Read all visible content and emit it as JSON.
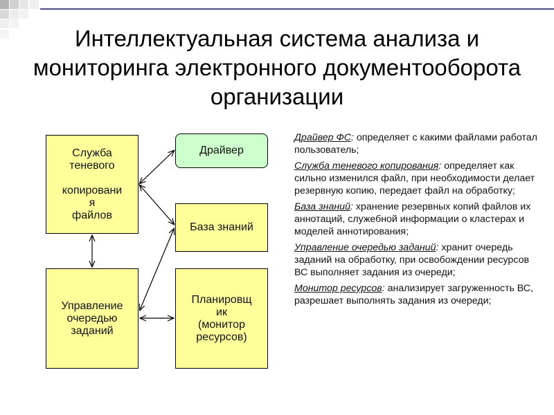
{
  "title": "Интеллектуальная система анализа и мониторинга электронного документооборота организации",
  "boxes": {
    "shadow_copy": "Служба\nтеневого\n\nкопировани\nя\nфайлов",
    "driver": "Драйвер",
    "knowledge_base": "База знаний",
    "queue": "Управление\nочередью\nзаданий",
    "scheduler": "Планировщ\nик\n(монитор\nресурсов)"
  },
  "descriptions": [
    {
      "term": "Драйвер ФС",
      "text": " определяет с какими файлами работал пользователь;"
    },
    {
      "term": "Служба теневого копирования",
      "text": " определяет как сильно изменился файл, при необходимости делает резервную копию, передает файл на обработку;"
    },
    {
      "term": "База знаний",
      "text": " хранение резервных копий файлов их аннотаций, служебной информации о кластерах и моделей аннотирования;"
    },
    {
      "term": "Управление очередью заданий",
      "text": " хранит очередь заданий на обработку, при освобождении ресурсов ВС выполняет задания из очереди;"
    },
    {
      "term": "Монитор ресурсов",
      "text": " анализирует загруженность ВС, разрешает выполнять задания из очереди;"
    }
  ],
  "separator": ":"
}
